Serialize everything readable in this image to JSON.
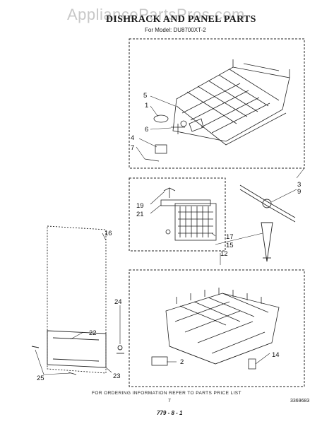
{
  "watermark": "AppliancePartsPros.com",
  "header": {
    "title": "DISHRACK AND PANEL PARTS",
    "subtitle": "For Model: DU8700XT-2"
  },
  "callouts": {
    "c1": "1",
    "c2": "2",
    "c3": "3",
    "c4": "4",
    "c5": "5",
    "c6": "6",
    "c7": "7",
    "c9": "9",
    "c12": "12",
    "c14": "14",
    "c15": "15",
    "c16": "16",
    "c17": "17",
    "c19": "19",
    "c21": "21",
    "c22": "22",
    "c23": "23",
    "c24": "24",
    "c25": "25"
  },
  "footer": {
    "ordering_note": "FOR ORDERING INFORMATION REFER TO PARTS PRICE LIST",
    "page_number": "7",
    "part_number": "3369683",
    "code": "779 - 8 - 1"
  }
}
